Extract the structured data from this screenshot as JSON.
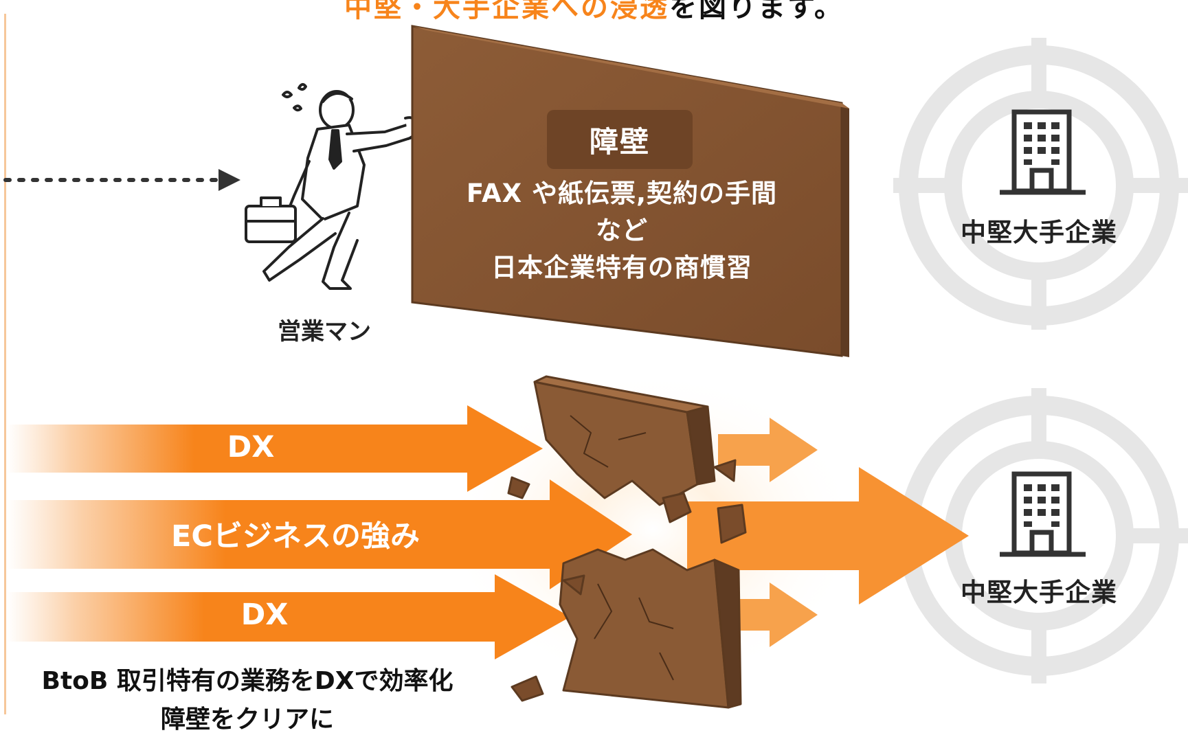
{
  "headline": {
    "accent": "中堅・大手企業への浸透",
    "rest": "を図ります。"
  },
  "wall": {
    "tag": "障壁",
    "lines": [
      "FAX や紙伝票,契約の手間",
      "など",
      "日本企業特有の商慣習"
    ]
  },
  "person": {
    "label": "営業マン"
  },
  "targets": [
    {
      "label": "中堅大手企業"
    },
    {
      "label": "中堅大手企業"
    }
  ],
  "arrows": [
    {
      "label": "DX"
    },
    {
      "label": "ECビジネスの強み"
    },
    {
      "label": "DX"
    }
  ],
  "bottom_caption": {
    "line1": "BtoB 取引特有の業務をDXで効率化",
    "line2": "障壁をクリアに"
  },
  "colors": {
    "accent": "#f7841b",
    "wall": "#8a5a35",
    "wall_tag": "#6e4426",
    "arrow": "#f7841b",
    "target_ring": "#e7e7e7"
  },
  "icons": [
    "person-pushing-icon",
    "briefcase-icon",
    "building-icon",
    "dotted-arrow-icon",
    "broken-wall-icon"
  ]
}
